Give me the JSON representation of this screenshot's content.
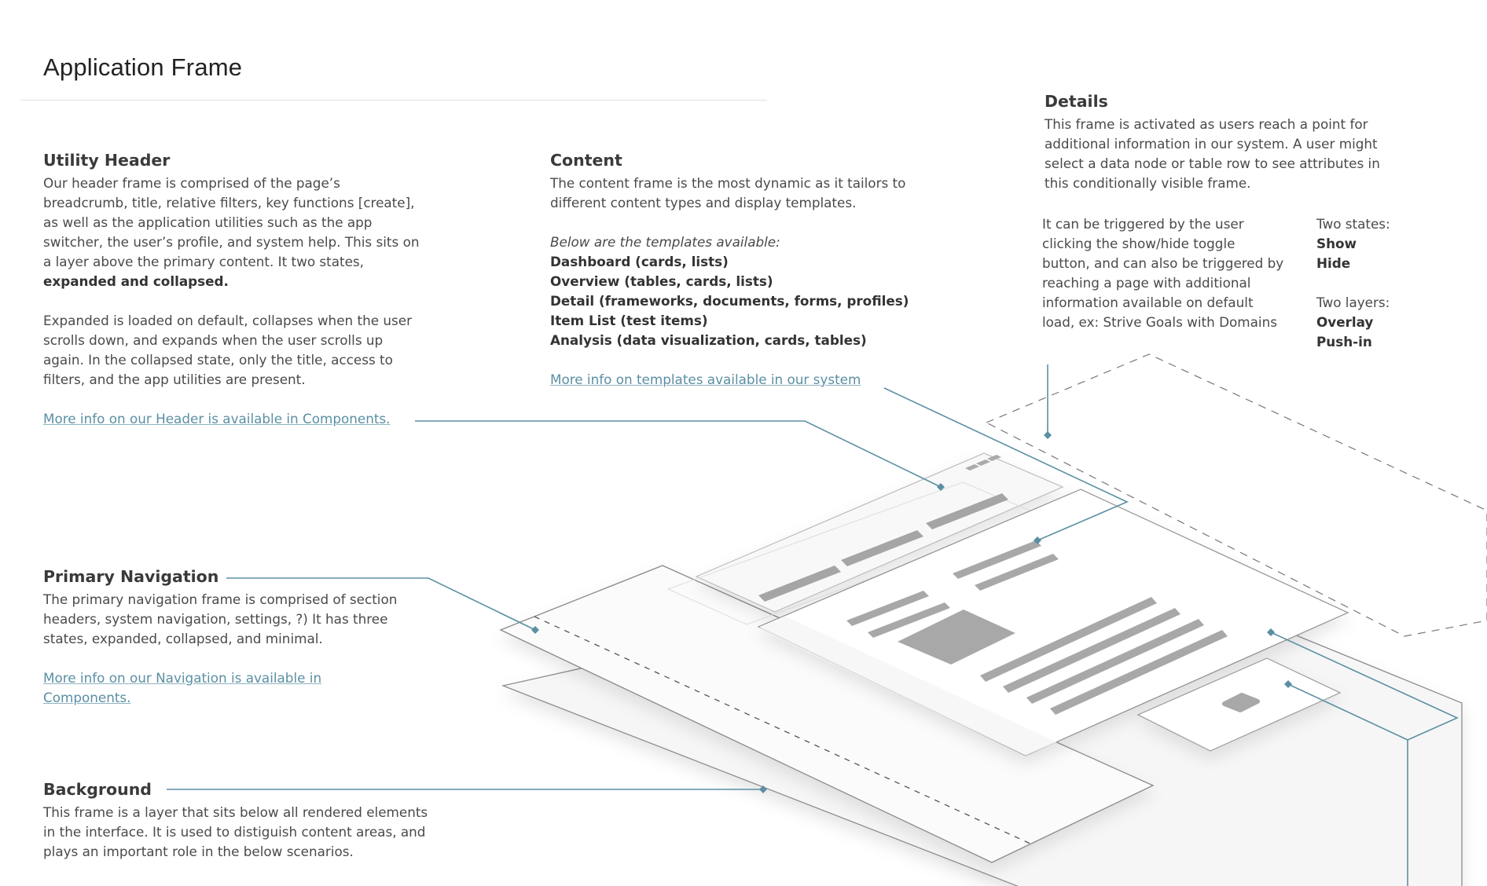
{
  "page": {
    "title": "Application Frame"
  },
  "utility_header": {
    "heading": "Utility Header",
    "para1": "Our header frame is comprised of the page’s breadcrumb, title, relative filters, key functions [create], as well as the application utilities such as the app switcher, the user’s profile, and system help. This sits on a layer above the primary content. It two states, ",
    "para1_bold": "expanded and collapsed.",
    "para2": "Expanded is loaded on default, collapses when the user scrolls down, and expands when the user scrolls up again. In the collapsed state, only the title, access to filters, and the app utilities are present.",
    "link": "More info on our Header is available in Components."
  },
  "content": {
    "heading": "Content",
    "para1": "The content frame is the most dynamic as it tailors to different content types and display templates.",
    "templates_intro": "Below are the templates available:",
    "templates": [
      "Dashboard (cards, lists)",
      "Overview (tables, cards, lists)",
      "Detail (frameworks, documents, forms, profiles)",
      "Item List (test items)",
      "Analysis (data visualization, cards, tables)"
    ],
    "link": "More info on  templates available in our system"
  },
  "details": {
    "heading": "Details",
    "para1": "This frame is activated as users reach a point for additional information in our system. A user might select a data node or table row to see attributes in this conditionally visible frame.",
    "para2": "It can be triggered by the user clicking the show/hide toggle button, and can also be triggered by reaching a page with additional information available on default load, ex: Strive Goals with Domains",
    "states_label": "Two states:",
    "states": [
      "Show",
      "Hide"
    ],
    "layers_label": "Two layers:",
    "layers": [
      "Overlay",
      "Push-in"
    ]
  },
  "primary_navigation": {
    "heading": "Primary Navigation",
    "para1": "The primary navigation frame is comprised of section headers, system navigation, settings, ?) It has three states, expanded, collapsed, and minimal.",
    "link": "More info on our Navigation is available in Components."
  },
  "background": {
    "heading": "Background",
    "para1": "This frame is a layer that sits below all rendered elements in the interface. It is used to distiguish content areas, and plays an important role in the below scenarios."
  },
  "colors": {
    "leader_line": "#5b8fa3",
    "frame_stroke": "#999999",
    "placeholder_bar": "#a8a8a8",
    "link": "#5b8fa3"
  }
}
